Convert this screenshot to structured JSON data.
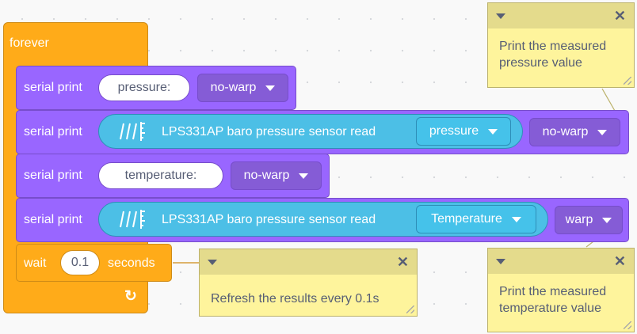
{
  "forever": {
    "label": "forever"
  },
  "blocks": [
    {
      "label": "serial print",
      "input": "pressure:",
      "warp": "no-warp"
    },
    {
      "label": "serial print",
      "sensor_label": "LPS331AP baro pressure sensor read",
      "sensor_option": "pressure",
      "warp": "no-warp"
    },
    {
      "label": "serial print",
      "input": "temperature:",
      "warp": "no-warp"
    },
    {
      "label": "serial print",
      "sensor_label": "LPS331AP baro pressure sensor read",
      "sensor_option": "Temperature",
      "warp": "warp"
    }
  ],
  "wait": {
    "label": "wait",
    "value": "0.1",
    "unit": "seconds"
  },
  "comments": [
    {
      "text": "Print the measured pressure value"
    },
    {
      "text": "Refresh the results every 0.1s"
    },
    {
      "text": "Print the measured temperature value"
    }
  ],
  "icons": {
    "sensor": "pressure-sensor-icon",
    "loop": "loop-arrow-icon",
    "collapse": "collapse-triangle-icon",
    "close": "close-icon"
  },
  "colors": {
    "control": "#ffab19",
    "serial": "#9966ff",
    "sensor": "#4cbfe6",
    "comment": "#fef49c",
    "comment_header": "#e4db8c"
  }
}
